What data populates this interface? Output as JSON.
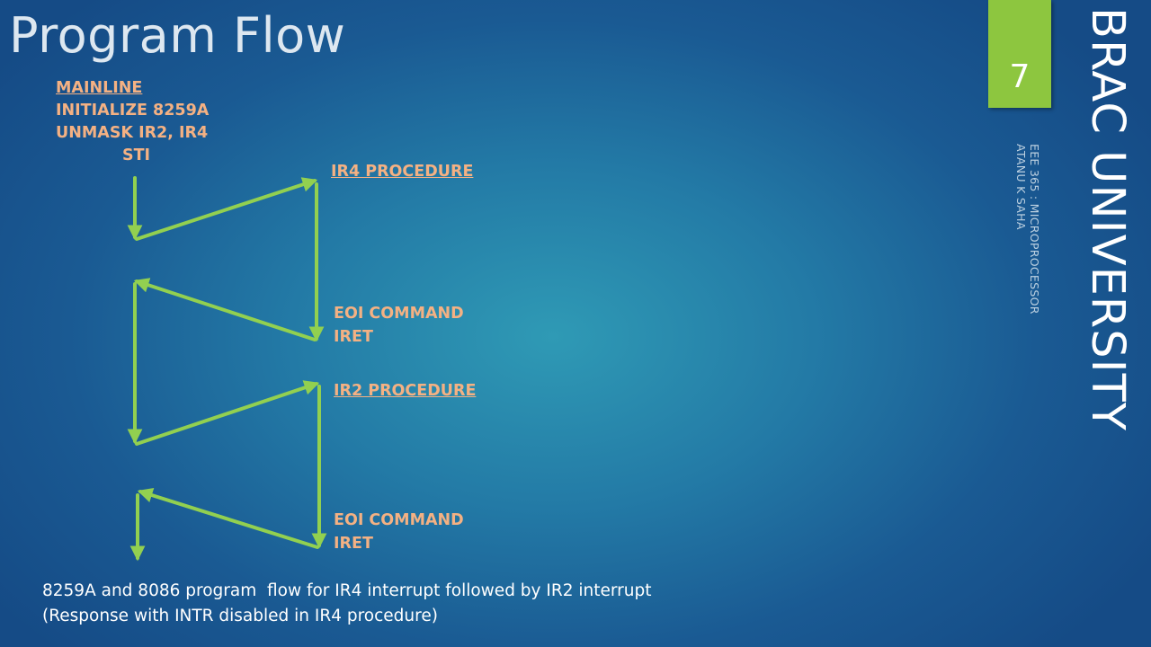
{
  "slide": {
    "title": "Program Flow",
    "page_number": "7",
    "side_title": "BRAC UNIVERSITY",
    "side_subtitle_line1": "EEE 365 : MICROPROCESSOR",
    "side_subtitle_line2": "ATANU K SAHA"
  },
  "diagram": {
    "mainline_heading": "MAINLINE",
    "mainline_line1": "INITIALIZE 8259A",
    "mainline_line2": "UNMASK IR2, IR4",
    "mainline_line3": "STI",
    "ir4_heading": "IR4 PROCEDURE",
    "eoi1_line1": "EOI COMMAND",
    "eoi1_line2": "IRET",
    "ir2_heading": "IR2 PROCEDURE",
    "eoi2_line1": "EOI COMMAND",
    "eoi2_line2": "IRET",
    "arrow_color": "#92d050",
    "label_color": "#f4b183"
  },
  "caption": {
    "line1": "8259A and 8086 program  flow for IR4 interrupt followed by IR2 interrupt",
    "line2": "(Response with INTR disabled in IR4 procedure)"
  }
}
